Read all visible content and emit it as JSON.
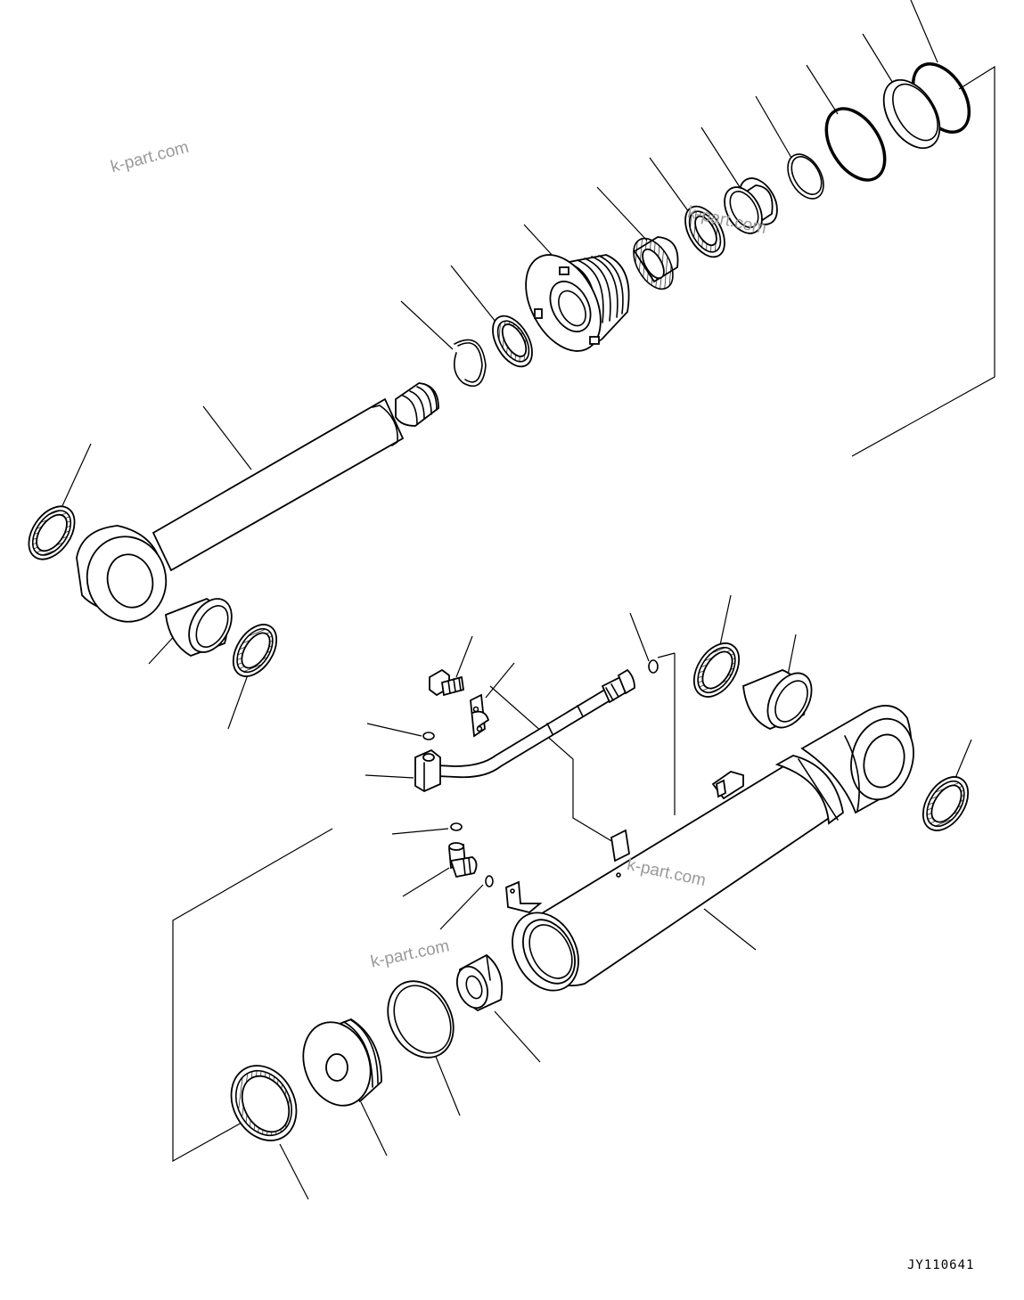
{
  "watermarks": [
    "k-part.com",
    "k-part.com",
    "k-part.com",
    "k-part.com"
  ],
  "figure_code": "JY110641",
  "colors": {
    "line": "#000000",
    "watermark": "#9a9a9a",
    "background": "#ffffff"
  }
}
